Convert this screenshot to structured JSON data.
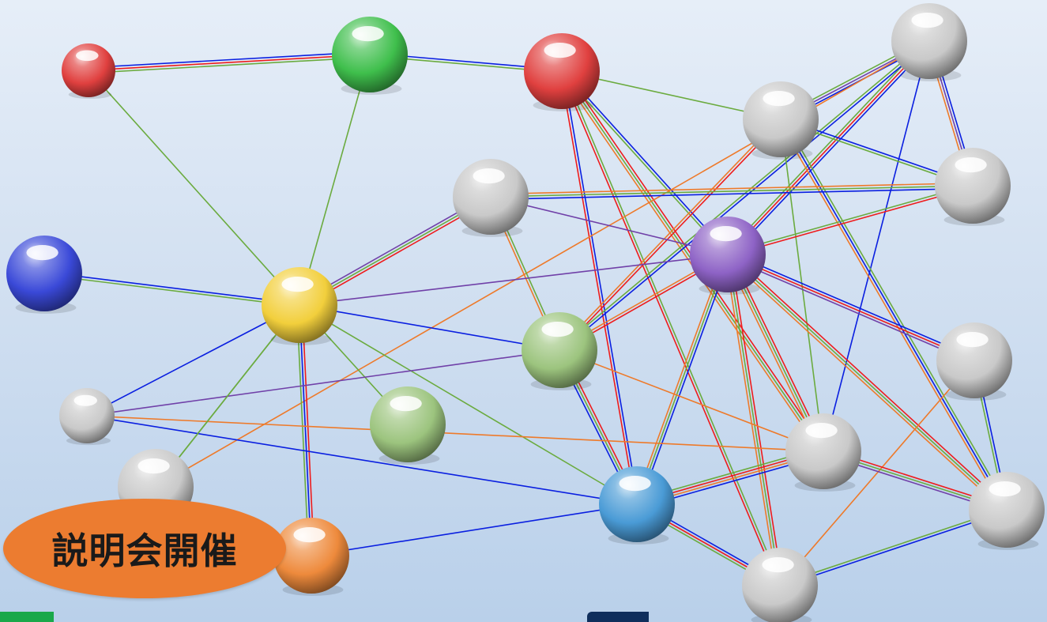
{
  "badge": {
    "label": "説明会開催",
    "color": "#ec7c30"
  },
  "palette": {
    "red": "#e0403f",
    "green": "#3fbf4c",
    "blue": "#3a49d8",
    "yellow": "#f2cf3c",
    "purple": "#8e63c6",
    "sage": "#9cc47e",
    "cyan": "#4a9bd6",
    "orange": "#ee8a3c",
    "silver": "#c9c9c9",
    "line_red": "#ee1c1c",
    "line_green": "#6bab3f",
    "line_blue": "#0a1fe0",
    "line_orange": "#ee7a2a",
    "line_purple": "#7040a8"
  },
  "network": {
    "nodes": [
      {
        "id": "n1",
        "color": "red"
      },
      {
        "id": "n2",
        "color": "green"
      },
      {
        "id": "n3",
        "color": "red"
      },
      {
        "id": "n4",
        "color": "silver"
      },
      {
        "id": "n5",
        "color": "silver"
      },
      {
        "id": "n6",
        "color": "silver"
      },
      {
        "id": "n7",
        "color": "silver"
      },
      {
        "id": "n8",
        "color": "blue"
      },
      {
        "id": "n9",
        "color": "yellow"
      },
      {
        "id": "n10",
        "color": "purple"
      },
      {
        "id": "n11",
        "color": "sage"
      },
      {
        "id": "n12",
        "color": "silver"
      },
      {
        "id": "n13",
        "color": "sage"
      },
      {
        "id": "n14",
        "color": "silver"
      },
      {
        "id": "n15",
        "color": "silver"
      },
      {
        "id": "n16",
        "color": "silver"
      },
      {
        "id": "n17",
        "color": "cyan"
      },
      {
        "id": "n18",
        "color": "orange"
      },
      {
        "id": "n19",
        "color": "silver"
      },
      {
        "id": "n20",
        "color": "silver"
      }
    ],
    "edges": [
      {
        "from": "n1",
        "to": "n2",
        "colors": [
          "line_blue",
          "line_red",
          "line_green"
        ]
      },
      {
        "from": "n1",
        "to": "n9",
        "colors": [
          "line_green"
        ]
      },
      {
        "from": "n2",
        "to": "n3",
        "colors": [
          "line_blue",
          "line_green"
        ]
      },
      {
        "from": "n2",
        "to": "n9",
        "colors": [
          "line_green"
        ]
      },
      {
        "from": "n3",
        "to": "n5",
        "colors": [
          "line_green"
        ]
      },
      {
        "from": "n3",
        "to": "n10",
        "colors": [
          "line_blue",
          "line_green"
        ]
      },
      {
        "from": "n3",
        "to": "n17",
        "colors": [
          "line_blue",
          "line_red"
        ]
      },
      {
        "from": "n3",
        "to": "n16",
        "colors": [
          "line_red",
          "line_green",
          "line_orange"
        ]
      },
      {
        "from": "n3",
        "to": "n20",
        "colors": [
          "line_green",
          "line_red"
        ]
      },
      {
        "from": "n4",
        "to": "n5",
        "colors": [
          "line_blue",
          "line_purple",
          "line_green"
        ]
      },
      {
        "from": "n4",
        "to": "n6",
        "colors": [
          "line_blue",
          "line_purple",
          "line_orange"
        ]
      },
      {
        "from": "n4",
        "to": "n10",
        "colors": [
          "line_blue",
          "line_red",
          "line_green"
        ]
      },
      {
        "from": "n4",
        "to": "n11",
        "colors": [
          "line_blue",
          "line_green"
        ]
      },
      {
        "from": "n4",
        "to": "n16",
        "colors": [
          "line_blue"
        ]
      },
      {
        "from": "n4",
        "to": "n14",
        "colors": [
          "line_orange"
        ]
      },
      {
        "from": "n5",
        "to": "n6",
        "colors": [
          "line_blue",
          "line_green"
        ]
      },
      {
        "from": "n5",
        "to": "n19",
        "colors": [
          "line_green",
          "line_blue",
          "line_orange"
        ]
      },
      {
        "from": "n5",
        "to": "n11",
        "colors": [
          "line_red",
          "line_orange"
        ]
      },
      {
        "from": "n5",
        "to": "n16",
        "colors": [
          "line_green"
        ]
      },
      {
        "from": "n6",
        "to": "n7",
        "colors": [
          "line_blue",
          "line_green",
          "line_orange"
        ]
      },
      {
        "from": "n6",
        "to": "n10",
        "colors": [
          "line_red",
          "line_green"
        ]
      },
      {
        "from": "n7",
        "to": "n10",
        "colors": [
          "line_purple"
        ]
      },
      {
        "from": "n7",
        "to": "n11",
        "colors": [
          "line_green",
          "line_orange"
        ]
      },
      {
        "from": "n7",
        "to": "n9",
        "colors": [
          "line_red",
          "line_green",
          "line_purple"
        ]
      },
      {
        "from": "n8",
        "to": "n9",
        "colors": [
          "line_blue",
          "line_green"
        ]
      },
      {
        "from": "n9",
        "to": "n10",
        "colors": [
          "line_purple"
        ]
      },
      {
        "from": "n9",
        "to": "n11",
        "colors": [
          "line_blue"
        ]
      },
      {
        "from": "n9",
        "to": "n12",
        "colors": [
          "line_blue"
        ]
      },
      {
        "from": "n9",
        "to": "n13",
        "colors": [
          "line_green"
        ]
      },
      {
        "from": "n9",
        "to": "n14",
        "colors": [
          "line_green"
        ]
      },
      {
        "from": "n9",
        "to": "n18",
        "colors": [
          "line_red",
          "line_blue",
          "line_green"
        ]
      },
      {
        "from": "n9",
        "to": "n17",
        "colors": [
          "line_green"
        ]
      },
      {
        "from": "n10",
        "to": "n11",
        "colors": [
          "line_red",
          "line_orange"
        ]
      },
      {
        "from": "n10",
        "to": "n15",
        "colors": [
          "line_blue",
          "line_red",
          "line_purple"
        ]
      },
      {
        "from": "n10",
        "to": "n16",
        "colors": [
          "line_red",
          "line_green",
          "line_orange"
        ]
      },
      {
        "from": "n10",
        "to": "n17",
        "colors": [
          "line_blue",
          "line_green",
          "line_orange"
        ]
      },
      {
        "from": "n10",
        "to": "n19",
        "colors": [
          "line_red",
          "line_green",
          "line_orange"
        ]
      },
      {
        "from": "n10",
        "to": "n20",
        "colors": [
          "line_red",
          "line_green",
          "line_orange"
        ]
      },
      {
        "from": "n11",
        "to": "n17",
        "colors": [
          "line_red",
          "line_green",
          "line_blue"
        ]
      },
      {
        "from": "n11",
        "to": "n12",
        "colors": [
          "line_purple"
        ]
      },
      {
        "from": "n11",
        "to": "n16",
        "colors": [
          "line_orange"
        ]
      },
      {
        "from": "n12",
        "to": "n17",
        "colors": [
          "line_blue"
        ]
      },
      {
        "from": "n12",
        "to": "n16",
        "colors": [
          "line_orange"
        ]
      },
      {
        "from": "n15",
        "to": "n19",
        "colors": [
          "line_blue",
          "line_green"
        ]
      },
      {
        "from": "n15",
        "to": "n20",
        "colors": [
          "line_orange"
        ]
      },
      {
        "from": "n16",
        "to": "n17",
        "colors": [
          "line_blue",
          "line_orange",
          "line_red",
          "line_green"
        ]
      },
      {
        "from": "n16",
        "to": "n19",
        "colors": [
          "line_red",
          "line_green",
          "line_purple"
        ]
      },
      {
        "from": "n17",
        "to": "n18",
        "colors": [
          "line_blue"
        ]
      },
      {
        "from": "n17",
        "to": "n20",
        "colors": [
          "line_blue",
          "line_red",
          "line_green"
        ]
      },
      {
        "from": "n19",
        "to": "n20",
        "colors": [
          "line_blue",
          "line_green"
        ]
      },
      {
        "from": "n14",
        "to": "n9",
        "colors": [
          "line_green"
        ]
      }
    ]
  }
}
